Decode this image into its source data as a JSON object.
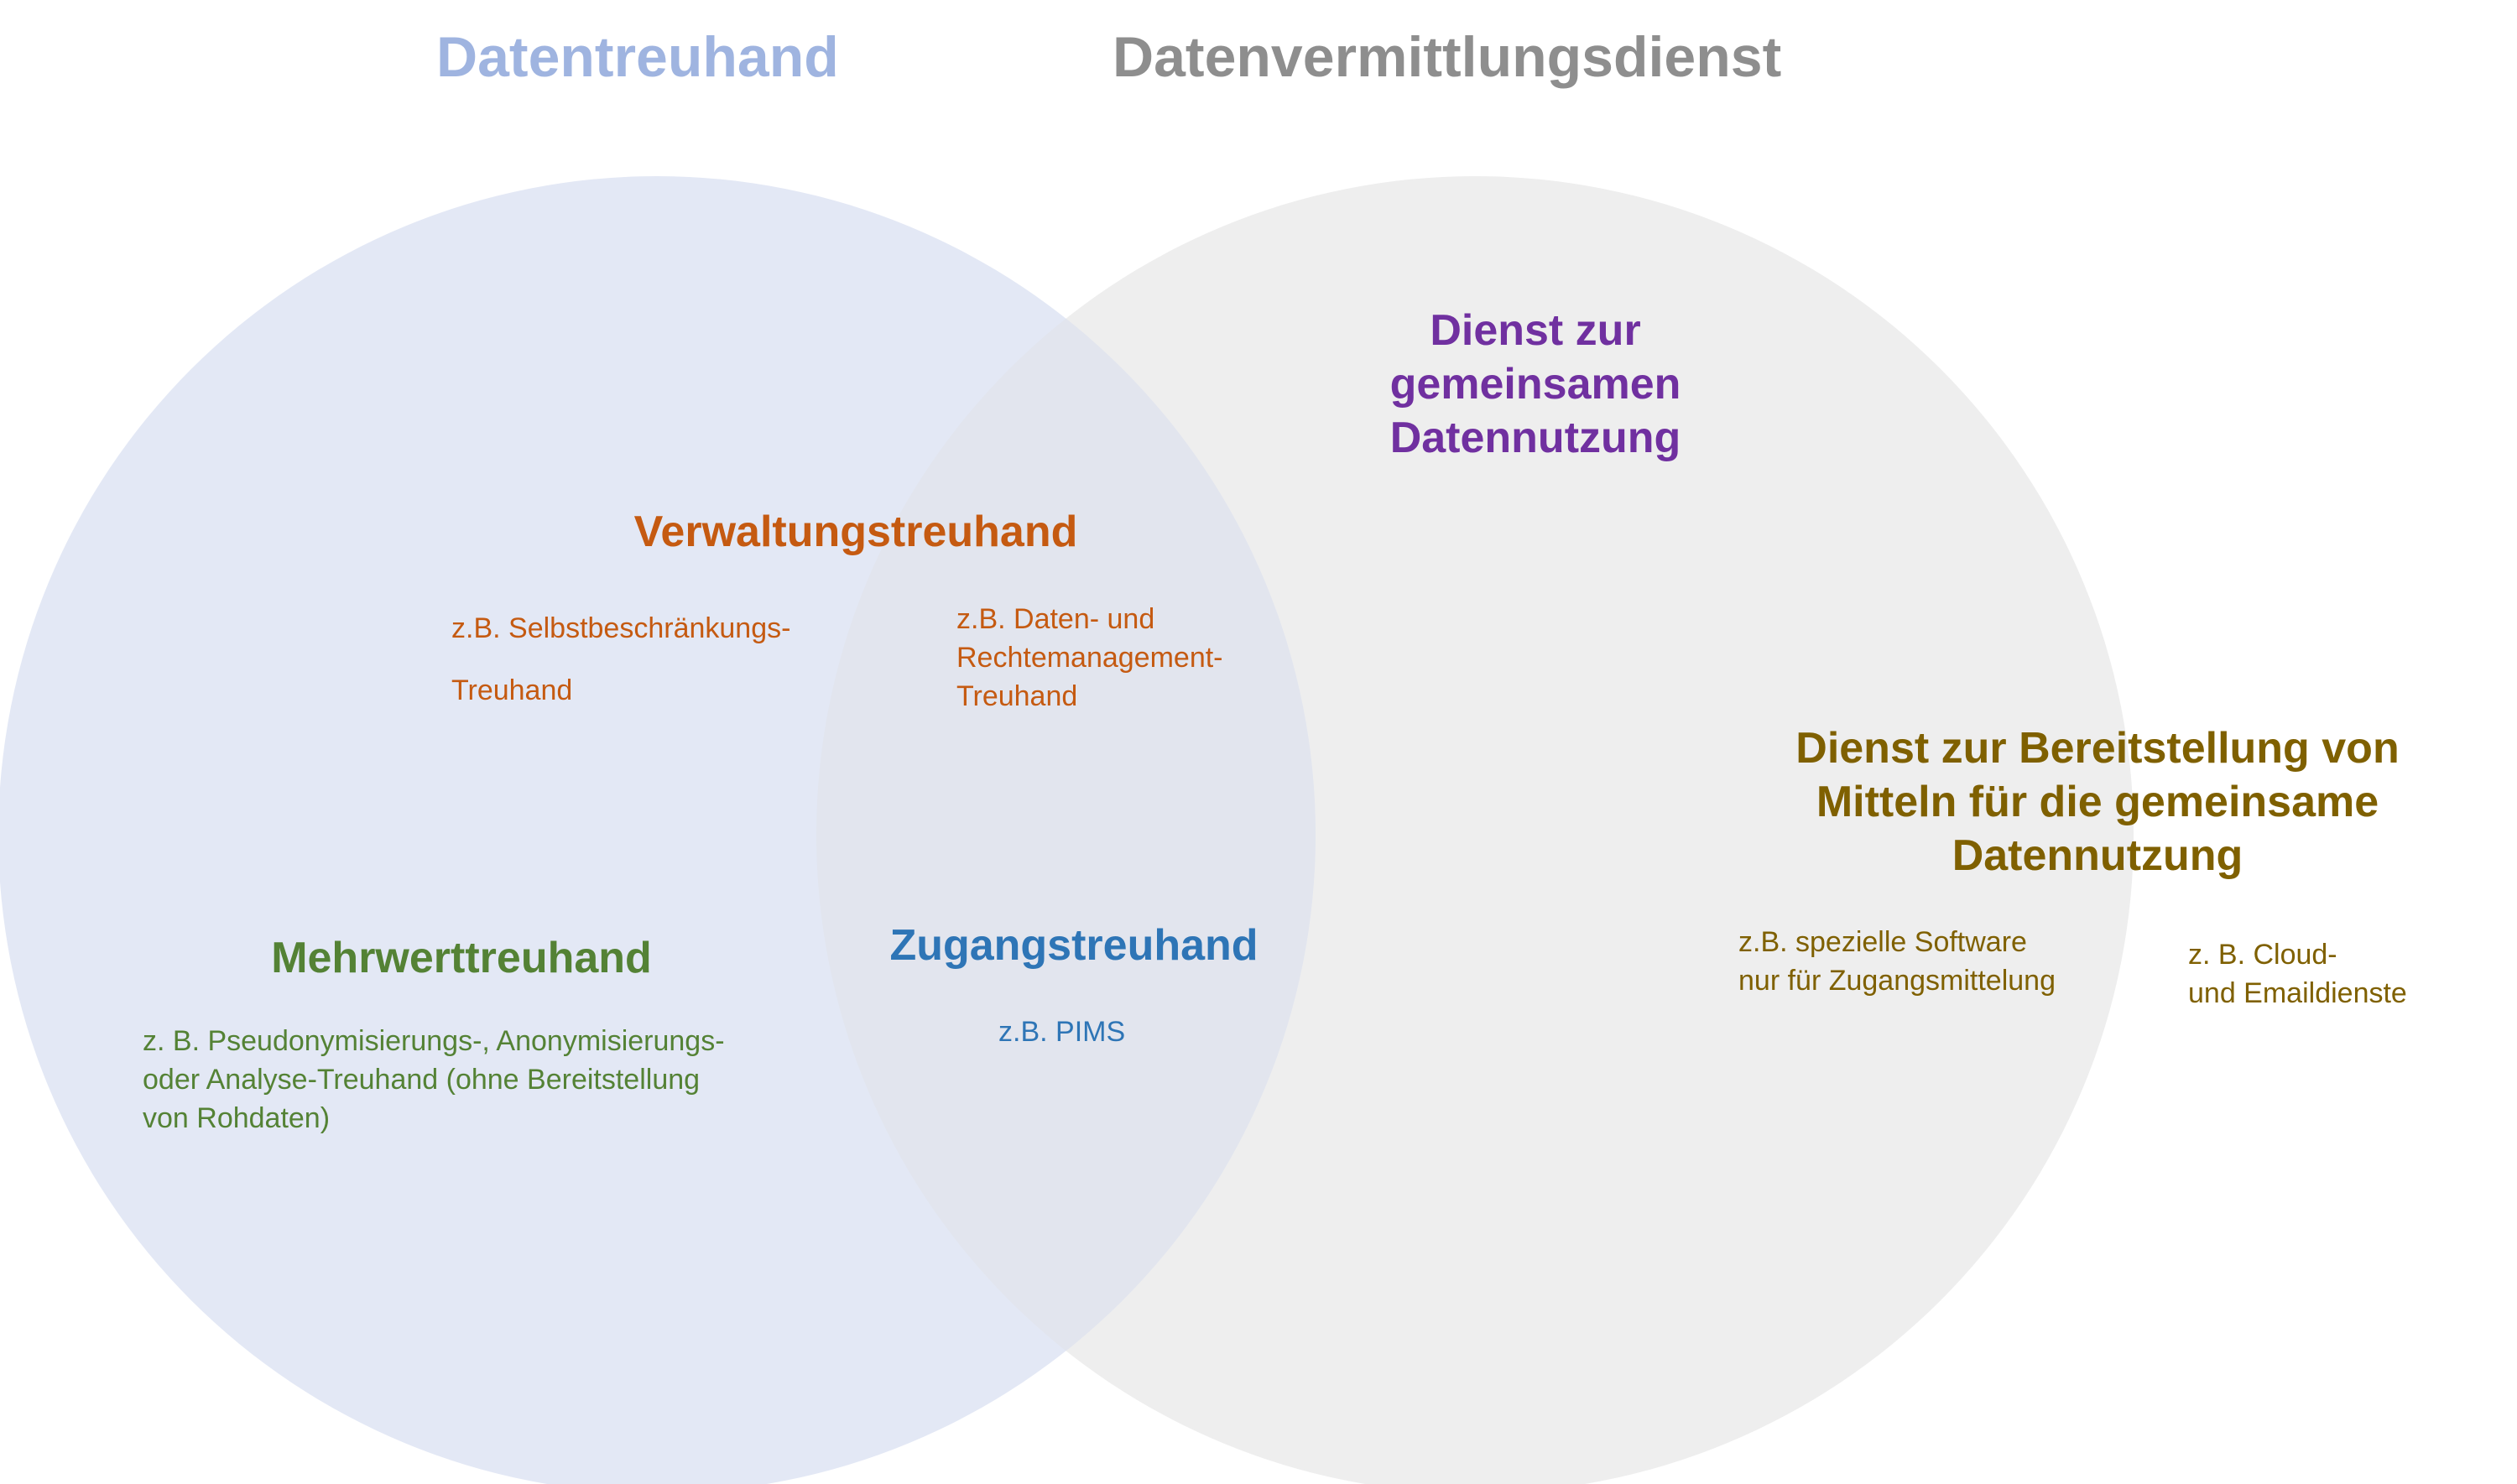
{
  "titles": {
    "left": "Datentreuhand",
    "right": "Datenvermittlungsdienst"
  },
  "regions": {
    "dienst_gemeinsam": "Dienst zur\ngemeinsamen\nDatennutzung",
    "verwaltung": {
      "title": "Verwaltungstreuhand",
      "left_example": "z.B. Selbstbeschränkungs-\nTreuhand",
      "right_example": "z.B. Daten- und\nRechtemanagement-\nTreuhand"
    },
    "bereitstellung": {
      "title": "Dienst zur Bereitstellung von\nMitteln für die gemeinsame\nDatennutzung",
      "example_1": "z.B. spezielle Software\nnur für Zugangsmittelung",
      "example_2": "z. B. Cloud-\nund Emaildienste"
    },
    "mehrwert": {
      "title": "Mehrwerttreuhand",
      "example": "z. B. Pseudonymisierungs-, Anonymisierungs-\noder Analyse-Treuhand (ohne Bereitstellung\nvon Rohdaten)"
    },
    "zugang": {
      "title": "Zugangstreuhand",
      "example": "z.B. PIMS"
    }
  },
  "colors": {
    "left_title": "#9fb4e0",
    "right_title": "#8e8e8e",
    "left_circle": "#e3e8f5",
    "right_circle": "#eeeeee",
    "overlap": "#e2e5ee",
    "purple": "#7030a0",
    "orange": "#c55a11",
    "olive": "#7f6000",
    "green": "#548235",
    "blue": "#2e75b6"
  }
}
